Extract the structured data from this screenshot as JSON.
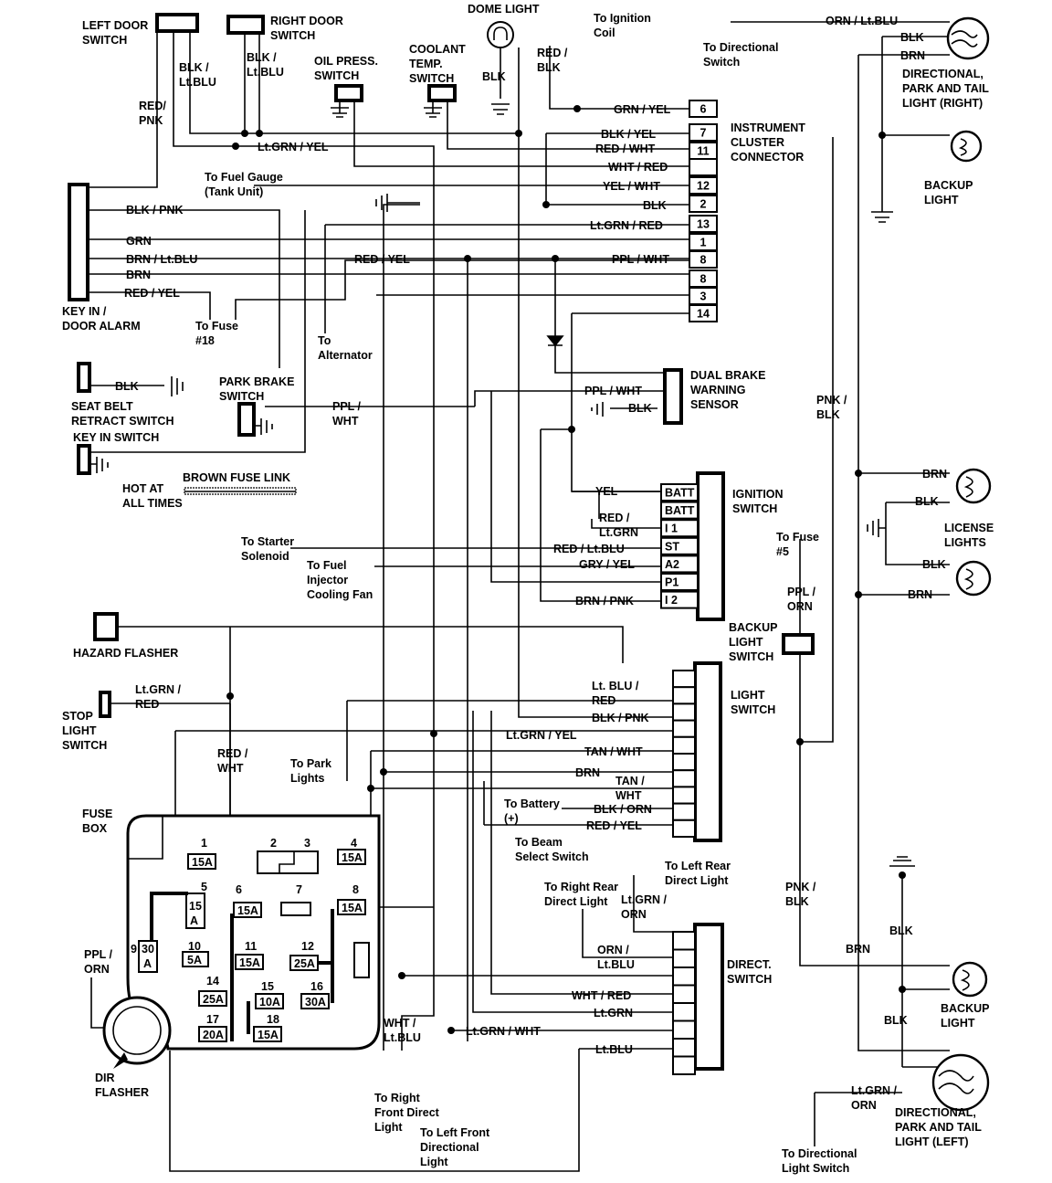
{
  "components": {
    "left_door_switch": [
      "LEFT DOOR",
      "SWITCH"
    ],
    "right_door_switch": [
      "RIGHT DOOR",
      "SWITCH"
    ],
    "oil_press_switch": [
      "OIL PRESS.",
      "SWITCH"
    ],
    "coolant_temp_switch": [
      "COOLANT",
      "TEMP.",
      "SWITCH"
    ],
    "dome_light": [
      "DOME LIGHT"
    ],
    "instrument_cluster_connector": [
      "INSTRUMENT",
      "CLUSTER",
      "CONNECTOR"
    ],
    "key_in_door_alarm": [
      "KEY IN /",
      "DOOR ALARM"
    ],
    "seat_belt_retract_switch": [
      "SEAT BELT",
      "RETRACT SWITCH"
    ],
    "key_in_switch": [
      "KEY IN SWITCH"
    ],
    "park_brake_switch": [
      "PARK BRAKE",
      "SWITCH"
    ],
    "hot_at_all_times": [
      "HOT AT",
      "ALL TIMES"
    ],
    "brown_fuse_link": [
      "BROWN FUSE LINK"
    ],
    "dual_brake_warning_sensor": [
      "DUAL BRAKE",
      "WARNING",
      "SENSOR"
    ],
    "ignition_switch": [
      "IGNITION",
      "SWITCH"
    ],
    "hazard_flasher": [
      "HAZARD FLASHER"
    ],
    "stop_light_switch": [
      "STOP",
      "LIGHT",
      "SWITCH"
    ],
    "fuse_box": [
      "FUSE",
      "BOX"
    ],
    "dir_flasher": [
      "DIR",
      "FLASHER"
    ],
    "light_switch": [
      "LIGHT",
      "SWITCH"
    ],
    "direct_switch": [
      "DIRECT.",
      "SWITCH"
    ],
    "backup_light_switch": [
      "BACKUP",
      "LIGHT",
      "SWITCH"
    ],
    "directional_right": [
      "DIRECTIONAL,",
      "PARK AND TAIL",
      "LIGHT (RIGHT)"
    ],
    "backup_light_top": [
      "BACKUP",
      "LIGHT"
    ],
    "license_lights": [
      "LICENSE",
      "LIGHTS"
    ],
    "backup_light_bottom": [
      "BACKUP",
      "LIGHT"
    ],
    "directional_left": [
      "DIRECTIONAL,",
      "PARK AND TAIL",
      "LIGHT (LEFT)"
    ]
  },
  "connector_pins": [
    "6",
    "7",
    "11",
    "",
    "12",
    "2",
    "13",
    "1",
    "8",
    "8",
    "3",
    "14"
  ],
  "ignition_pins": [
    "BATT",
    "BATT",
    "I 1",
    "ST",
    "A2",
    "P1",
    "I 2"
  ],
  "fuses": {
    "f1": "1",
    "f1_rating": "15A",
    "f2": "2",
    "f3": "3",
    "f4": "4",
    "f4_rating": "15A",
    "f5": "5",
    "f5_rating_a": "15",
    "f5_rating_b": "A",
    "f6": "6",
    "f6_rating": "15A",
    "f7": "7",
    "f8": "8",
    "f8_rating": "15A",
    "f9": "9",
    "f9_rating_a": "30",
    "f9_rating_b": "A",
    "f10": "10",
    "f10_rating": "5A",
    "f11": "11",
    "f11_rating": "15A",
    "f12": "12",
    "f12_rating": "25A",
    "f14": "14",
    "f14_rating": "25A",
    "f15": "15",
    "f15_rating": "10A",
    "f16": "16",
    "f16_rating": "30A",
    "f17": "17",
    "f17_rating": "20A",
    "f18": "18",
    "f18_rating": "15A"
  },
  "wires": {
    "blk_ltblu": [
      "BLK /",
      "Lt.BLU"
    ],
    "blk_ltblu2": [
      "BLK /",
      "Lt.BLU"
    ],
    "red_pnk": [
      "RED/",
      "PNK"
    ],
    "blk_dome": "BLK",
    "red_blk": [
      "RED /",
      "BLK"
    ],
    "to_ignition_coil": [
      "To Ignition",
      "Coil"
    ],
    "grn_yel": "GRN / YEL",
    "blk_yel": "BLK / YEL",
    "red_wht": "RED / WHT",
    "wht_red": "WHT / RED",
    "yel_wht": "YEL / WHT",
    "blk_2": "BLK",
    "ltgrn_red": "Lt.GRN / RED",
    "ppl_wht": "PPL / WHT",
    "ltgrn_yel": "Lt.GRN / YEL",
    "to_fuel_gauge": [
      "To Fuel Gauge",
      "(Tank Unit)"
    ],
    "blk_pnk": "BLK / PNK",
    "grn": "GRN",
    "brn_ltblu": "BRN / Lt.BLU",
    "brn": "BRN",
    "red_yel_a": "RED / YEL",
    "red_yel_b": "RED / YEL",
    "to_fuse_18": [
      "To Fuse",
      "#18"
    ],
    "to_alternator": [
      "To",
      "Alternator"
    ],
    "blk_seat": "BLK",
    "ppl_wht_park": [
      "PPL /",
      "WHT"
    ],
    "ppl_wht_brake": "PPL / WHT",
    "blk_brake": "BLK",
    "yel_ign": "YEL",
    "red_ltgrn": [
      "RED /",
      "Lt.GRN"
    ],
    "red_ltblu": "RED / Lt.BLU",
    "gry_yel": "GRY / YEL",
    "brn_pnk": "BRN / PNK",
    "to_starter": [
      "To Starter",
      "Solenoid"
    ],
    "to_fuel_injector": [
      "To Fuel",
      "Injector",
      "Cooling Fan"
    ],
    "ltgrn_red_stop": [
      "Lt.GRN /",
      "RED"
    ],
    "red_wht_flasher": [
      "RED /",
      "WHT"
    ],
    "to_park_lights": [
      "To Park",
      "Lights"
    ],
    "ltblu_red": [
      "Lt. BLU /",
      "RED"
    ],
    "blk_pnk_ls": "BLK / PNK",
    "ltgrn_yel_ls": "Lt.GRN / YEL",
    "tan_wht": "TAN / WHT",
    "brn_ls": "BRN",
    "tan_wht2": [
      "TAN /",
      "WHT"
    ],
    "to_battery": [
      "To Battery",
      "(+)"
    ],
    "blk_orn": "BLK / ORN",
    "red_yel_ls": "RED / YEL",
    "to_beam": [
      "To Beam",
      "Select Switch"
    ],
    "to_left_rear": [
      "To Left Rear",
      "Direct Light"
    ],
    "to_right_rear": [
      "To Right Rear",
      "Direct Light"
    ],
    "ltgrn_orn": [
      "Lt.GRN /",
      "ORN"
    ],
    "orn_ltblu": [
      "ORN /",
      "Lt.BLU"
    ],
    "wht_red_ds": "WHT / RED",
    "ltgrn_ds": "Lt.GRN",
    "ltgrn_wht": "Lt.GRN / WHT",
    "ltblu_ds": "Lt.BLU",
    "wht_ltblu": [
      "WHT /",
      "Lt.BLU"
    ],
    "to_right_front": [
      "To Right",
      "Front Direct",
      "Light"
    ],
    "to_left_front": [
      "To Left Front",
      "Directional",
      "Light"
    ],
    "ppl_orn_left": [
      "PPL /",
      "ORN"
    ],
    "orn_ltblu_top": "ORN / Lt.BLU",
    "to_directional_switch": [
      "To Directional",
      "Switch"
    ],
    "blk_r1": "BLK",
    "brn_r1": "BRN",
    "pnk_blk_1": [
      "PNK /",
      "BLK"
    ],
    "brn_lic1": "BRN",
    "blk_lic1": "BLK",
    "blk_lic2": "BLK",
    "brn_lic2": "BRN",
    "to_fuse_5": [
      "To Fuse",
      "#5"
    ],
    "ppl_orn_right": [
      "PPL /",
      "ORN"
    ],
    "pnk_blk_2": [
      "PNK /",
      "BLK"
    ],
    "brn_r2": "BRN",
    "blk_r2a": "BLK",
    "blk_r2b": "BLK",
    "ltgrn_orn_bot": [
      "Lt.GRN /",
      "ORN"
    ],
    "to_directional_light_switch": [
      "To Directional",
      "Light Switch"
    ]
  }
}
